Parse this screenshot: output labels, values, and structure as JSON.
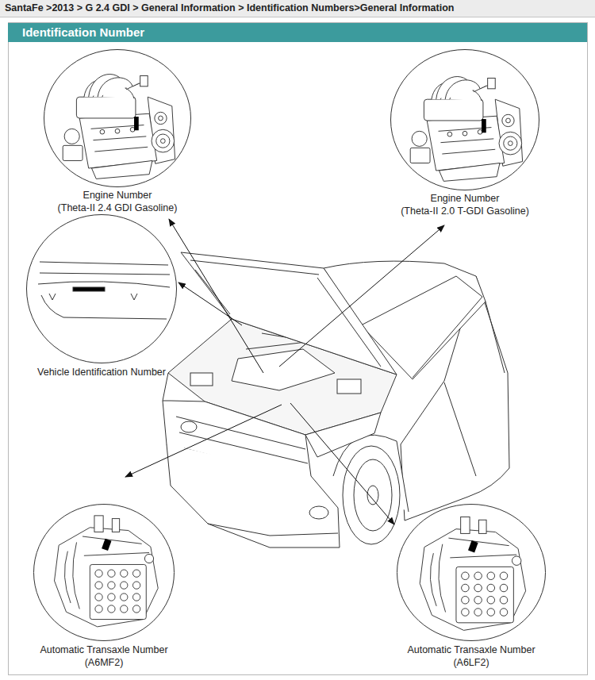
{
  "diagram": {
    "title": "Identification Number",
    "nodes": [
      {
        "text": [
          "Engine Number",
          "(Theta-II 2.4 GDI Gasoline)"
        ]
      },
      {
        "text": [
          "Engine Number",
          "(Theta-II 2.0 T-GDI Gasoline)"
        ]
      },
      {
        "text": [
          "Vehicle Identification Number"
        ]
      },
      {
        "text": [
          "Automatic Transaxle Number",
          "(A6MF2)"
        ]
      },
      {
        "text": [
          "Automatic Transaxle Number",
          "(A6LF2)"
        ]
      }
    ],
    "labels": [
      "SantaFe >2013 > G 2.4 GDI > General Information > Identification Numbers>General Information"
    ]
  }
}
